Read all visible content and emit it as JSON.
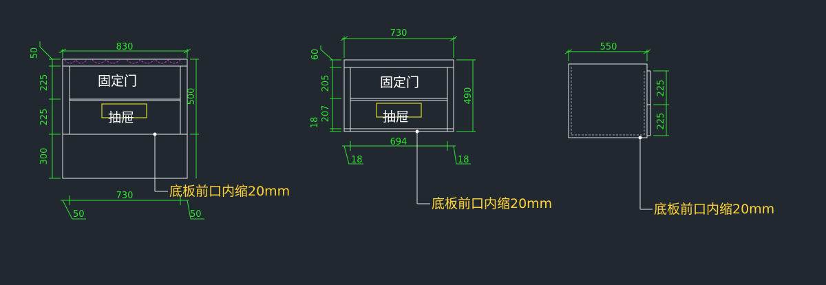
{
  "colors": {
    "background": "#212830",
    "outline": "#e6e6e6",
    "dimension": "#33e233",
    "note": "#ffd43a",
    "handle": "#d8d82a",
    "accent": "#d03ad0"
  },
  "views": [
    {
      "top_width": "830",
      "bottom_width": "730",
      "height_total": "500",
      "left_dims": [
        "50",
        "225",
        "225",
        "300"
      ],
      "inset_left": "50",
      "inset_right": "50",
      "door_label": "固定门",
      "drawer_label": "抽屉",
      "note": "底板前口内缩20mm"
    },
    {
      "top_width": "730",
      "bottom_width": "694",
      "height_total": "490",
      "left_dims": [
        "60",
        "205",
        "207",
        "18"
      ],
      "inset_left": "18",
      "inset_right": "18",
      "door_label": "固定门",
      "drawer_label": "抽屉",
      "note": "底板前口内缩20mm"
    },
    {
      "top_width": "550",
      "right_dims": [
        "225",
        "225"
      ],
      "note": "底板前口内缩20mm"
    }
  ]
}
